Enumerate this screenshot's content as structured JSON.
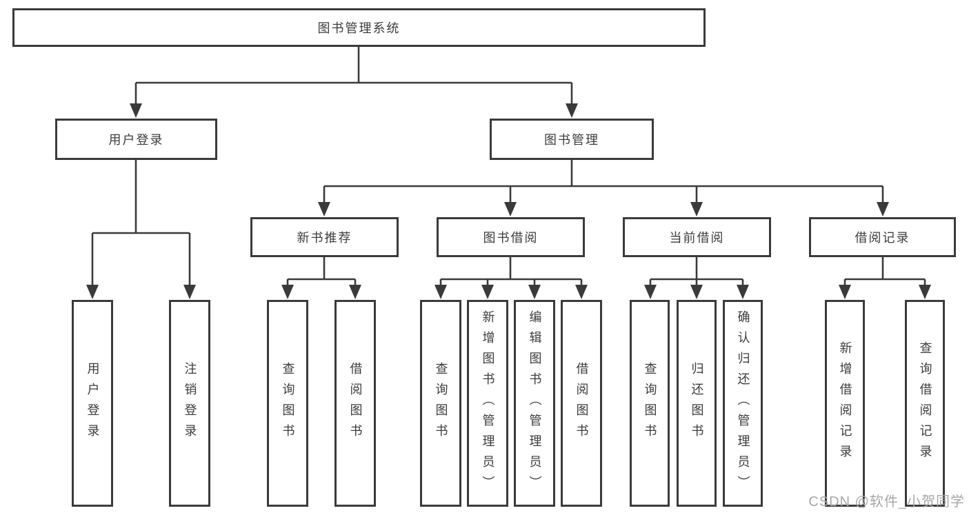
{
  "diagram_title": "图书管理系统",
  "tree": {
    "root": {
      "label": "图书管理系统",
      "children": [
        {
          "label": "用户登录",
          "children": [
            {
              "label": "用户登录"
            },
            {
              "label": "注销登录"
            }
          ]
        },
        {
          "label": "图书管理",
          "children": [
            {
              "label": "新书推荐",
              "children": [
                {
                  "label": "查询图书"
                },
                {
                  "label": "借阅图书"
                }
              ]
            },
            {
              "label": "图书借阅",
              "children": [
                {
                  "label": "查询图书"
                },
                {
                  "label": "新增图书（管理员）"
                },
                {
                  "label": "编辑图书（管理员）"
                },
                {
                  "label": "借阅图书"
                }
              ]
            },
            {
              "label": "当前借阅",
              "children": [
                {
                  "label": "查询图书"
                },
                {
                  "label": "归还图书"
                },
                {
                  "label": "确认归还（管理员）"
                }
              ]
            },
            {
              "label": "借阅记录",
              "children": [
                {
                  "label": "新增借阅记录"
                },
                {
                  "label": "查询借阅记录"
                }
              ]
            }
          ]
        }
      ]
    }
  },
  "watermark": {
    "text": "CSDN @软件_小贺同学"
  },
  "colors": {
    "line": "#3a3a3a",
    "box_border": "#3a3a3a",
    "box_background": "#ffffff",
    "text": "#3c3c3c",
    "watermark": "#a7a7a7"
  }
}
